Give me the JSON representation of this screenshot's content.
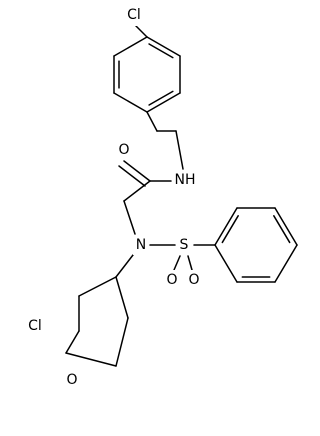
{
  "molecule": {
    "atom_labels": {
      "cl_top": "Cl",
      "o_carbonyl": "O",
      "nh": "NH",
      "n_sulfonamide": "N",
      "s": "S",
      "o_sulfonyl_1": "O",
      "o_sulfonyl_2": "O",
      "cl_lower": "Cl",
      "o_methoxy": "O"
    },
    "colors": {
      "bond": "#000000",
      "label": "#000000",
      "background": "#ffffff"
    }
  }
}
